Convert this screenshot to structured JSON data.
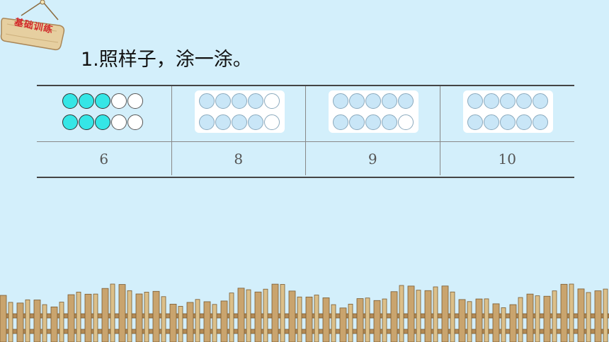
{
  "badge": {
    "label": "基础训练"
  },
  "title": "1.照样子，涂一涂。",
  "columns": [
    {
      "number": "6",
      "rows": [
        [
          "teal",
          "teal",
          "teal",
          "empty",
          "empty"
        ],
        [
          "teal",
          "teal",
          "teal",
          "empty",
          "empty"
        ]
      ],
      "style": "plain"
    },
    {
      "number": "8",
      "rows": [
        [
          "blue",
          "blue",
          "blue",
          "blue",
          "white"
        ],
        [
          "blue",
          "blue",
          "blue",
          "blue",
          "white"
        ]
      ],
      "style": "card"
    },
    {
      "number": "9",
      "rows": [
        [
          "blue",
          "blue",
          "blue",
          "blue",
          "blue"
        ],
        [
          "blue",
          "blue",
          "blue",
          "blue",
          "white"
        ]
      ],
      "style": "card"
    },
    {
      "number": "10",
      "rows": [
        [
          "blue",
          "blue",
          "blue",
          "blue",
          "blue"
        ],
        [
          "blue",
          "blue",
          "blue",
          "blue",
          "blue"
        ]
      ],
      "style": "card"
    }
  ],
  "colors": {
    "background": "#d3effb",
    "teal": "#35e6e6",
    "light_blue": "#c9e6f7",
    "wood": "#c9a46e"
  }
}
